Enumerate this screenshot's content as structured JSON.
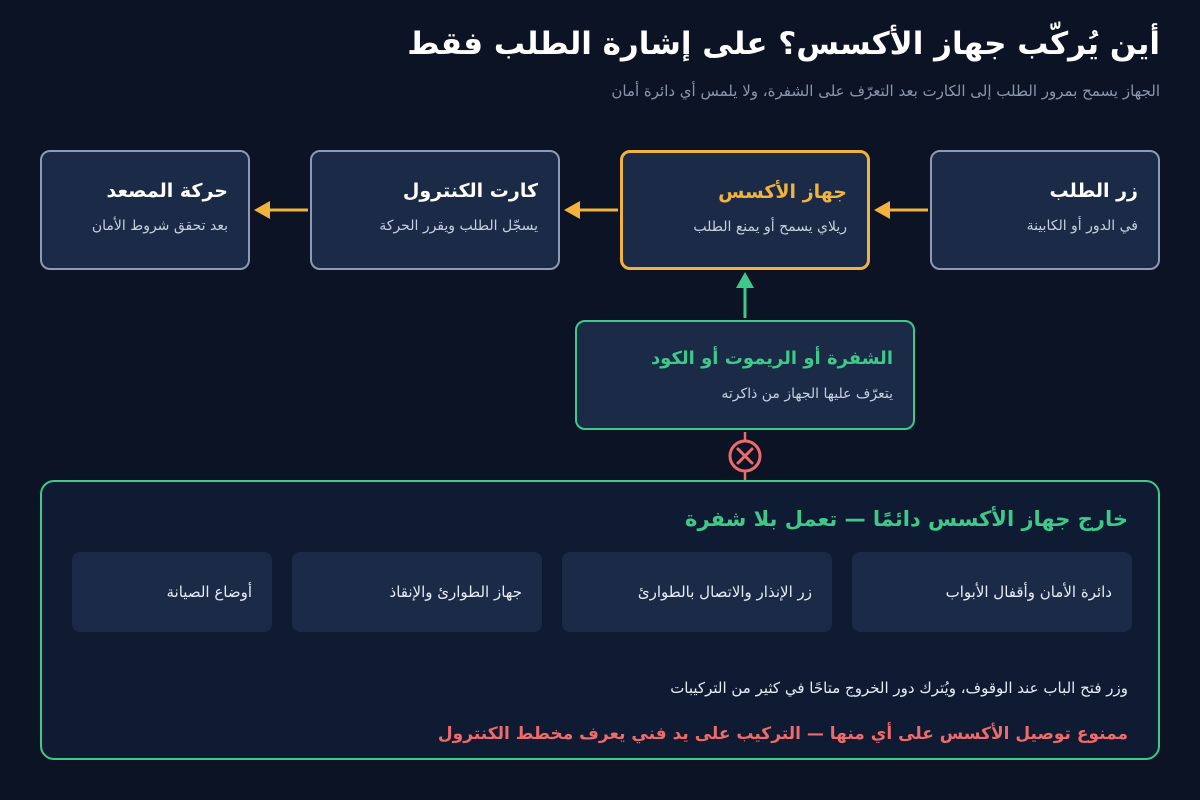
{
  "header": {
    "title": "أين يُركّب جهاز الأكسس؟ على إشارة الطلب فقط",
    "subtitle": "الجهاز يسمح بمرور الطلب إلى الكارت بعد التعرّف على الشفرة، ولا يلمس أي دائرة أمان"
  },
  "flow": {
    "button": {
      "title": "زر الطلب",
      "sub": "في الدور أو الكابينة"
    },
    "access": {
      "title": "جهاز الأكسس",
      "sub": "ريلاي يسمح أو يمنع الطلب"
    },
    "card": {
      "title": "كارت الكنترول",
      "sub": "يسجّل الطلب ويقرر الحركة"
    },
    "motion": {
      "title": "حركة المصعد",
      "sub": "بعد تحقق شروط الأمان"
    },
    "key": {
      "title": "الشفرة أو الريموت أو الكود",
      "sub": "يتعرّف عليها الجهاز من ذاكرته"
    }
  },
  "outside": {
    "title": "خارج جهاز الأكسس دائمًا — تعمل بلا شفرة",
    "items": [
      "دائرة الأمان وأقفال الأبواب",
      "زر الإنذار والاتصال بالطوارئ",
      "جهاز الطوارئ والإنقاذ",
      "أوضاع الصيانة"
    ],
    "note": "وزر فتح الباب عند الوقوف، ويُترك دور الخروج متاحًا في كثير من التركيبات",
    "warning": "ممنوع توصيل الأكسس على أي منها — التركيب على يد فني يعرف مخطط الكنترول"
  },
  "colors": {
    "background": "#0b1324",
    "accent_access": "#f2b33d",
    "accent_safe": "#3ec989",
    "warning": "#ef6a6a",
    "box_fill": "#1b2a47",
    "box_border": "#8d9ab3"
  },
  "icons": {
    "arrow": "arrow-left-icon",
    "blocked": "blocked-x-icon"
  }
}
